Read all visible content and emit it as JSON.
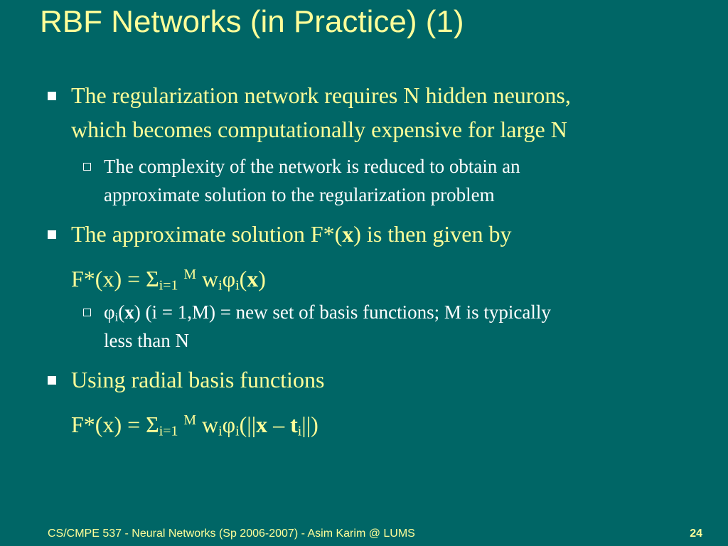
{
  "slide": {
    "title": "RBF Networks (in Practice) (1)",
    "b1_line1": "The regularization network requires N hidden neurons,",
    "b1_line2": "which becomes computationally expensive for large N",
    "s1_line1": "The complexity of the network is reduced to obtain an",
    "s1_line2": "approximate solution to the regularization problem",
    "b2_pre": "The approximate solution F*(",
    "b2_bold": "x",
    "b2_post": ") is then given by",
    "eq1": {
      "lhs": "F*(x) = Σ",
      "sub1": "i=1",
      "sup1": "M",
      "w": " w",
      "sub2": "i",
      "phi": "φ",
      "sub3": "i",
      "open": "(",
      "x": "x",
      "close": ")"
    },
    "s2": {
      "phi": "φ",
      "sub": "i",
      "open": "(",
      "x": "x",
      "rest1": ") (i = 1,M) = new set of basis functions; M is typically",
      "line2": "less than N"
    },
    "b3": "Using radial basis functions",
    "eq2": {
      "lhs": "F*(x) = Σ",
      "sub1": "i=1",
      "sup1": "M",
      "w": " w",
      "sub2": "i",
      "phi": "φ",
      "sub3": "i",
      "open": "(||",
      "x": "x",
      "minus": " – ",
      "t": "t",
      "sub4": "i",
      "close": "||)"
    },
    "footer": "CS/CMPE 537 - Neural Networks (Sp 2006-2007) - Asim Karim @ LUMS",
    "page_number": "24"
  }
}
